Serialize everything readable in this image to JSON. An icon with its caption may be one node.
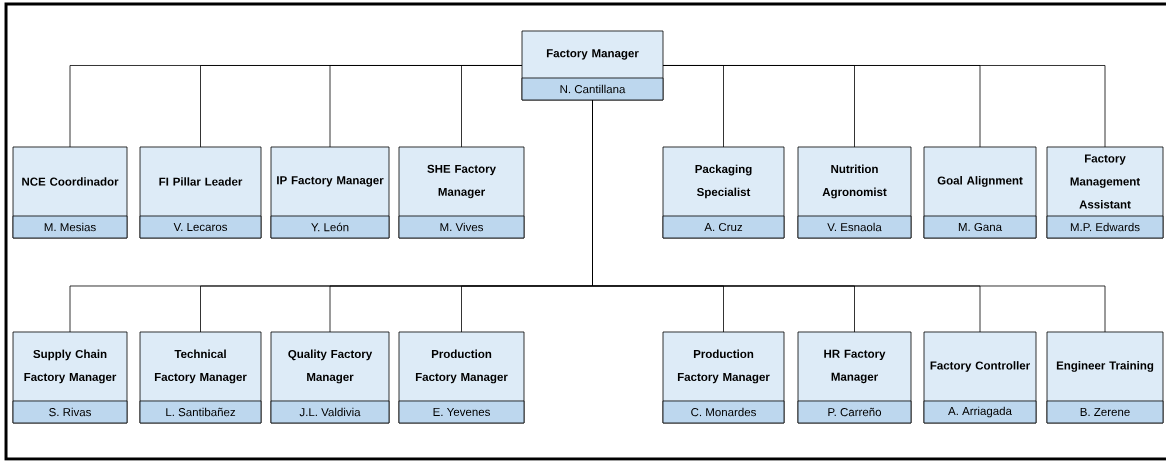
{
  "diagram": {
    "nodes": [
      {
        "text": [
          "Factory Manager",
          "N. Cantillana"
        ]
      },
      {
        "text": [
          "NCE Coordinador",
          "M. Mesias"
        ]
      },
      {
        "text": [
          "FI Pillar Leader",
          "V. Lecaros"
        ]
      },
      {
        "text": [
          "IP Factory Manager",
          "Y. León"
        ]
      },
      {
        "text": [
          "SHE Factory Manager",
          "M. Vives"
        ]
      },
      {
        "text": [
          "Packaging Specialist",
          "A. Cruz"
        ]
      },
      {
        "text": [
          "Nutrition Agronomist",
          "V. Esnaola"
        ]
      },
      {
        "text": [
          "Goal Alignment",
          "M. Gana"
        ]
      },
      {
        "text": [
          "Factory Management Assistant",
          "M.P. Edwards"
        ]
      },
      {
        "text": [
          "Supply Chain Factory Manager",
          "S. Rivas"
        ]
      },
      {
        "text": [
          "Technical Factory Manager",
          "L. Santibañez"
        ]
      },
      {
        "text": [
          "Quality Factory Manager",
          "J.L. Valdivia"
        ]
      },
      {
        "text": [
          "Production Factory Manager",
          "E. Yevenes"
        ]
      },
      {
        "text": [
          "Production Factory Manager",
          "C. Monardes"
        ]
      },
      {
        "text": [
          "HR Factory Manager",
          "P. Carreño"
        ]
      },
      {
        "text": [
          "Factory Controller",
          "A. Arriagada"
        ]
      },
      {
        "text": [
          "Engineer Training",
          "B. Zerene"
        ]
      }
    ],
    "edges": [
      {
        "from": 0,
        "to": 1,
        "arrow": "none"
      },
      {
        "from": 0,
        "to": 2,
        "arrow": "none"
      },
      {
        "from": 0,
        "to": 3,
        "arrow": "none"
      },
      {
        "from": 0,
        "to": 4,
        "arrow": "none"
      },
      {
        "from": 0,
        "to": 5,
        "arrow": "none"
      },
      {
        "from": 0,
        "to": 6,
        "arrow": "none"
      },
      {
        "from": 0,
        "to": 7,
        "arrow": "none"
      },
      {
        "from": 0,
        "to": 8,
        "arrow": "none"
      },
      {
        "from": 0,
        "to": 9,
        "arrow": "none"
      },
      {
        "from": 0,
        "to": 10,
        "arrow": "none"
      },
      {
        "from": 0,
        "to": 11,
        "arrow": "none"
      },
      {
        "from": 0,
        "to": 12,
        "arrow": "none"
      },
      {
        "from": 0,
        "to": 13,
        "arrow": "none"
      },
      {
        "from": 0,
        "to": 14,
        "arrow": "none"
      },
      {
        "from": 0,
        "to": 15,
        "arrow": "none"
      },
      {
        "from": 0,
        "to": 16,
        "arrow": "none"
      }
    ]
  }
}
